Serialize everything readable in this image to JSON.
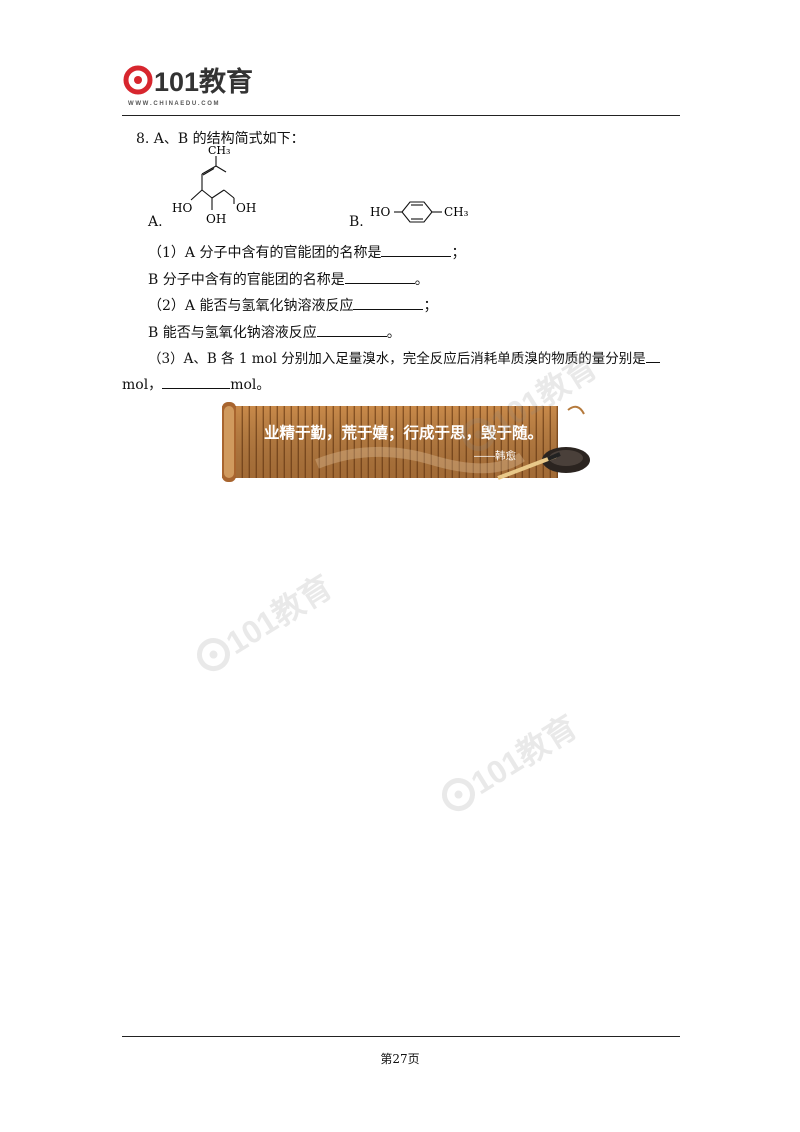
{
  "header": {
    "logo_text": "101教育",
    "logo_url_text": "W W W . C H I N A E D U . C O M"
  },
  "question": {
    "intro": "8. A、B 的结构简式如下：",
    "label_a": "A.",
    "label_b": "B.",
    "structure_a": {
      "ch3": "CH₃",
      "oh_left": "HO",
      "oh_mid": "OH",
      "oh_right": "OH"
    },
    "structure_b": {
      "ho": "HO",
      "ch3": "CH₃"
    },
    "q1a_text": "（1）A 分子中含有的官能团的名称是",
    "q1a_end": "；",
    "q1b_text": "B 分子中含有的官能团的名称是",
    "q1b_end": "。",
    "q2a_text": "（2）A 能否与氢氧化钠溶液反应",
    "q2a_end": "；",
    "q2b_text": "B 能否与氢氧化钠溶液反应",
    "q2b_end": "。",
    "q3_text": "（3）A、B 各 1 mol 分别加入足量溴水，完全反应后消耗单质溴的物质的量分别是",
    "q3_unit1": "mol，",
    "q3_unit2": "mol。"
  },
  "banner": {
    "quote": "业精于勤，荒于嬉；行成于思，毁于随。",
    "author": "——韩愈"
  },
  "footer": {
    "page_number": "第27页"
  },
  "colors": {
    "logo_red": "#d7262e",
    "banner_wood": "#c98a4a",
    "banner_dark": "#8a5424"
  }
}
